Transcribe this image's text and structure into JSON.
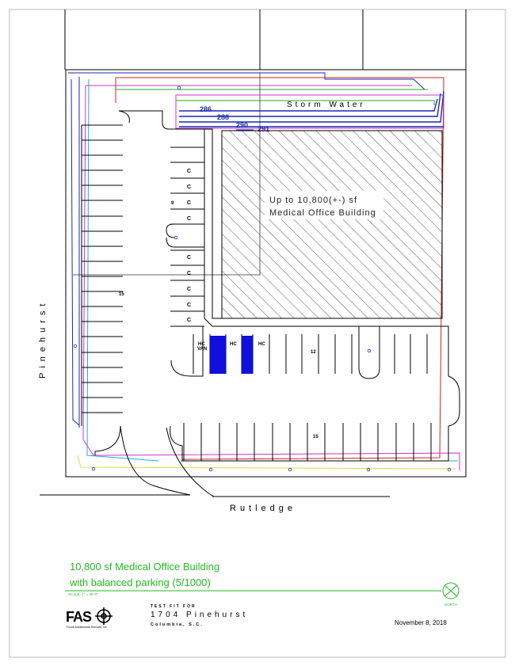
{
  "streets": {
    "pinehurst": "Pinehurst",
    "rutledge": "Rutledge"
  },
  "site": {
    "storm_water": "Storm Water",
    "contours": [
      "286",
      "288",
      "290",
      "291"
    ],
    "building_line1": "Up to 10,800(+-) sf",
    "building_line2": "Medical Office Building"
  },
  "parking": {
    "compact_label": "C",
    "hc_van_line1": "HC",
    "hc_van_line2": "VAN",
    "hc_label": "HC",
    "counts": {
      "west_aisle": "9",
      "west_row": "15",
      "middle_row": "12",
      "south_row": "15"
    }
  },
  "title_block": {
    "title_line1": "10,800 sf Medical Office Building",
    "title_line2": "with balanced parking (5/1000)",
    "scale": "SCALE: 1\" = 30'-0\"",
    "north": "NORTH",
    "logo": "FAS",
    "company": "Focus Architectural Services, Inc",
    "test_fit": "TEST FIT FOR",
    "address": "1704 Pinehurst",
    "city": "Columbia, S.C.",
    "date": "November 8, 2018"
  },
  "colors": {
    "drawing_line": "#000000",
    "title_green": "#22bb22",
    "hc_blue": "#1010dd",
    "utility_blue": "#1a2ab0",
    "utility_red": "#cc2222",
    "utility_magenta": "#cc33cc",
    "utility_green": "#22aa22",
    "utility_cyan": "#22aadd",
    "utility_yellow": "#dddd44"
  }
}
